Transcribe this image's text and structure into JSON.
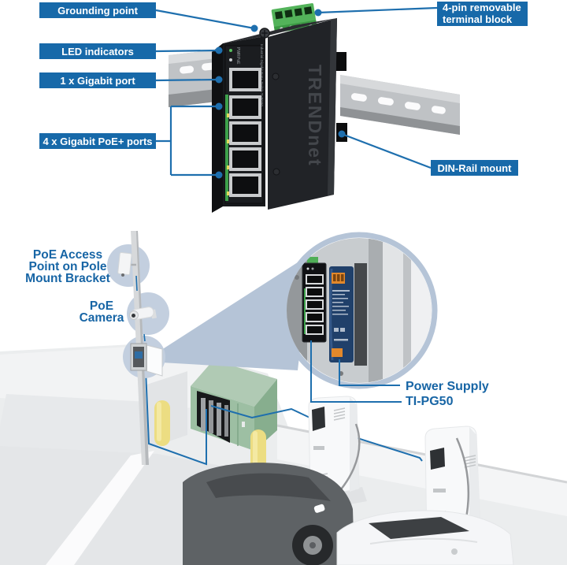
{
  "top": {
    "callouts_left": [
      {
        "label": "Grounding point"
      },
      {
        "label": "LED indicators"
      },
      {
        "label": "1 x Gigabit port"
      },
      {
        "label": "4 x Gigabit PoE+ ports"
      }
    ],
    "callouts_right": {
      "terminal": {
        "line1": "4-pin removable",
        "line2": "terminal block"
      },
      "din_rail": {
        "label": "DIN-Rail mount"
      }
    },
    "device": {
      "brand": "TRENDnet",
      "front_text": "Industrial Gigabit PoE+ Switch TI-PG50",
      "led_pwr": "PWR",
      "led_poe": "PoE"
    }
  },
  "bottom": {
    "access_point": {
      "line1": "PoE Access",
      "line2": "Point on Pole",
      "line3": "Mount Bracket"
    },
    "camera": {
      "line1": "PoE",
      "line2": "Camera"
    },
    "power_supply": "Power Supply",
    "model": "TI-PG50"
  },
  "colors": {
    "callout_blue": "#1769a9",
    "label_blue": "#1765a5",
    "leader_blue": "#1e6fae",
    "zoom_ring": "#b5c4d7",
    "circle_fill": "#c3cfdf",
    "terminal_green": "#53b35a",
    "cabinet_green": "#9dbfa3",
    "bollard_yellow": "#ecdd82",
    "psu_navy": "#20406a",
    "psu_orange": "#e2882b"
  }
}
